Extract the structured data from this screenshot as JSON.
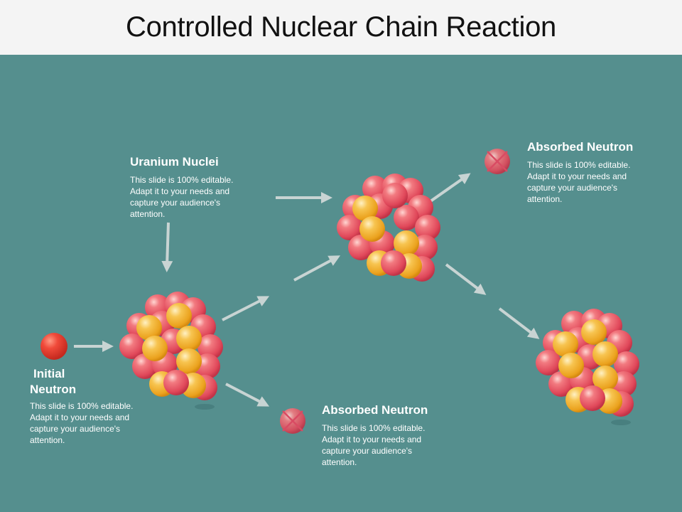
{
  "title": "Controlled Nuclear Chain Reaction",
  "labels": {
    "uranium": {
      "heading": "Uranium Nuclei",
      "text": "This slide is 100% editable. Adapt it to your needs and capture your audience's attention."
    },
    "initial": {
      "heading_line1": "Initial",
      "heading_line2": "Neutron",
      "text": "This slide is 100% editable. Adapt it to your needs and capture your audience's attention."
    },
    "absorbed_top": {
      "heading": "Absorbed Neutron",
      "text": "This slide is 100% editable. Adapt it to your needs and capture your audience's attention."
    },
    "absorbed_bottom": {
      "heading": "Absorbed Neutron",
      "text": "This slide is 100% editable. Adapt it to your needs and capture your audience's attention."
    }
  },
  "colors": {
    "background": "#558F8E",
    "title_bar": "#f4f4f4",
    "arrow": "#C8D4D3",
    "proton": "#E8505C",
    "neutron_gold": "#F2B136",
    "cross": "#E0506A"
  }
}
